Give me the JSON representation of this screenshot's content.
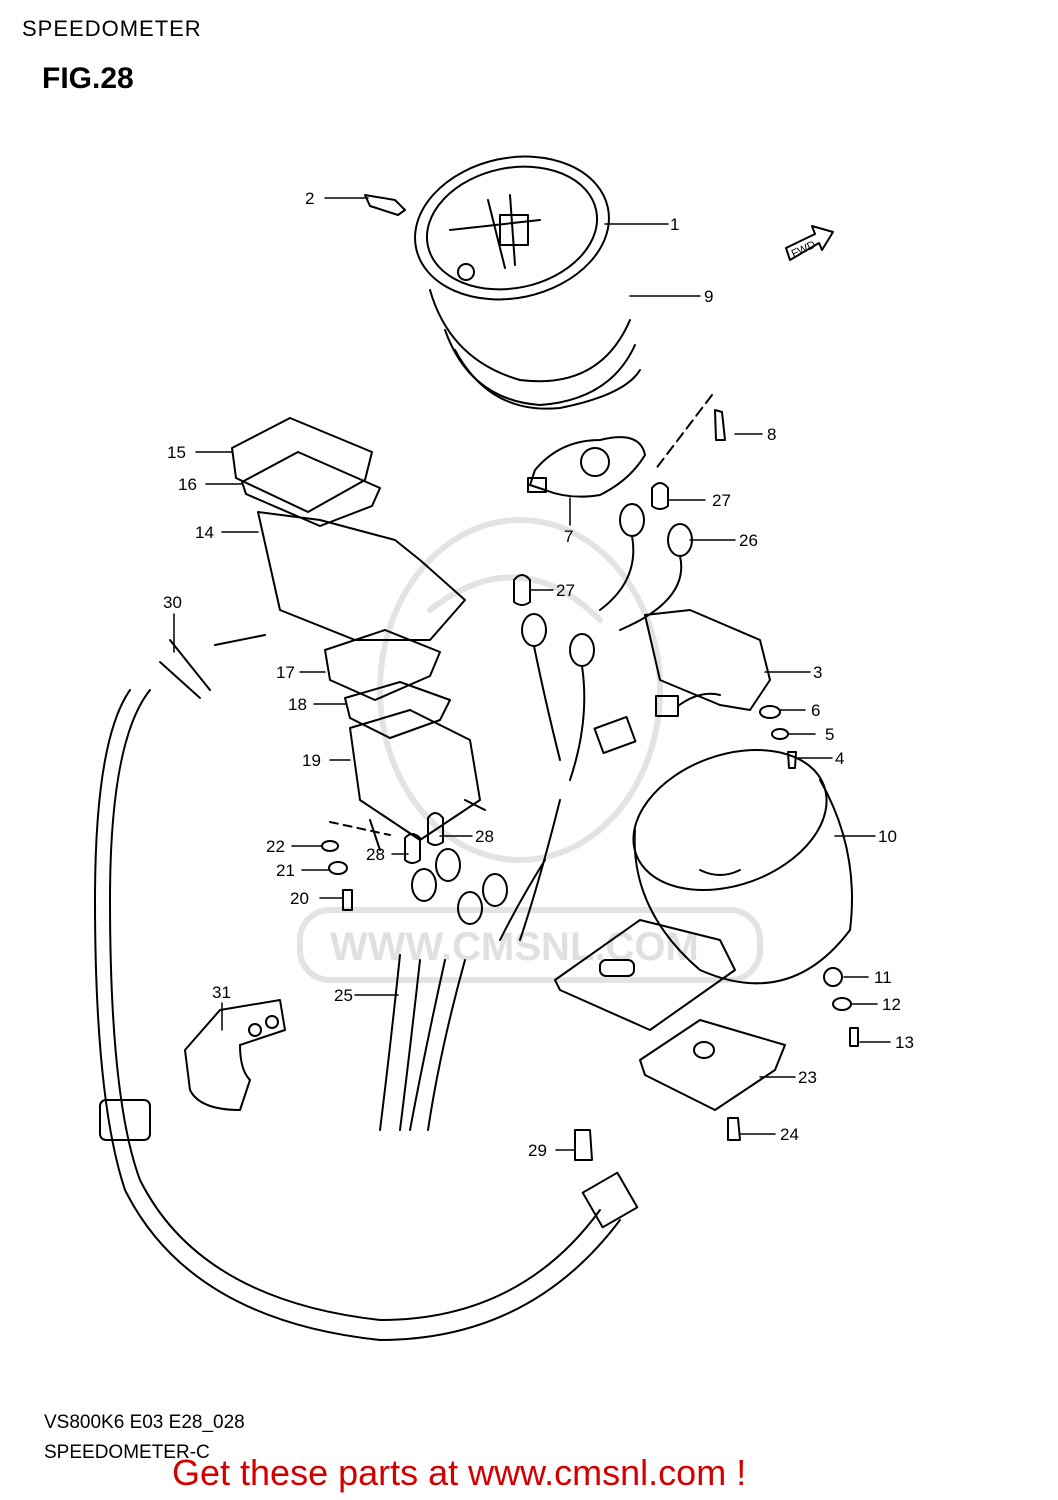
{
  "header": {
    "section_title": "SPEEDOMETER",
    "figure_label": "FIG.28"
  },
  "diagram": {
    "direction_arrow_label": "FWD",
    "watermark": "WWW.CMSNL.COM",
    "callouts": [
      "1",
      "2",
      "3",
      "4",
      "5",
      "6",
      "7",
      "8",
      "9",
      "10",
      "11",
      "12",
      "13",
      "14",
      "15",
      "16",
      "17",
      "18",
      "19",
      "20",
      "21",
      "22",
      "23",
      "24",
      "25",
      "26",
      "27",
      "27",
      "28",
      "28",
      "29",
      "30",
      "31"
    ]
  },
  "footer": {
    "model_code": "VS800K6 E03 E28_028",
    "subtitle": "SPEEDOMETER-C",
    "promo": "Get these parts at www.cmsnl.com !"
  },
  "colors": {
    "promo_text": "#d40000",
    "line": "#000000",
    "watermark": "#e0e0e0"
  }
}
